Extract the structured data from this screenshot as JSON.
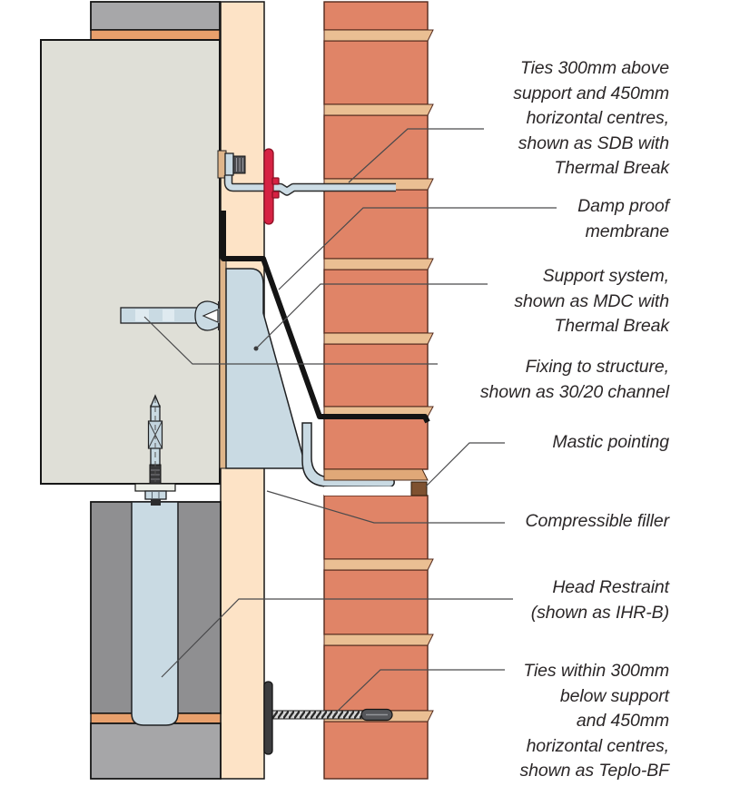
{
  "diagram": {
    "labels": {
      "ties_above": "Ties 300mm above\nsupport and 450mm\nhorizontal centres,\nshown as SDB with\nThermal Break",
      "damp_proof": "Damp proof\nmembrane",
      "support_system": "Support system,\nshown as MDC with\nThermal Break",
      "fixing": "Fixing to structure,\nshown as 30/20 channel",
      "mastic": "Mastic pointing",
      "compressible": "Compressible filler",
      "head_restraint": "Head Restraint\n(shown as IHR-B)",
      "ties_below": "Ties within 300mm\nbelow support\nand 450mm\nhorizontal centres,\nshown as Teplo-BF"
    },
    "colors": {
      "brick": "#e08467",
      "brick_outline": "#53291c",
      "mortar_joint": "#eabf93",
      "mortar_bed": "#e0a878",
      "block_mortar": "#e8a06c",
      "insulation": "#fde3c6",
      "concrete": "#dfdfd7",
      "block_dark": "#8f8f91",
      "block_light": "#a6a6a8",
      "block_top": "#a7a7a9",
      "steel": "#c9dae3",
      "dpm": "#141414",
      "tie_disc_red": "#d62243",
      "mastic": "#7e5130",
      "tie_dark": "#3c3d3f",
      "pad_tan": "#dfb58a",
      "leader": "#4a4a4c",
      "text": "#2b2728"
    }
  }
}
